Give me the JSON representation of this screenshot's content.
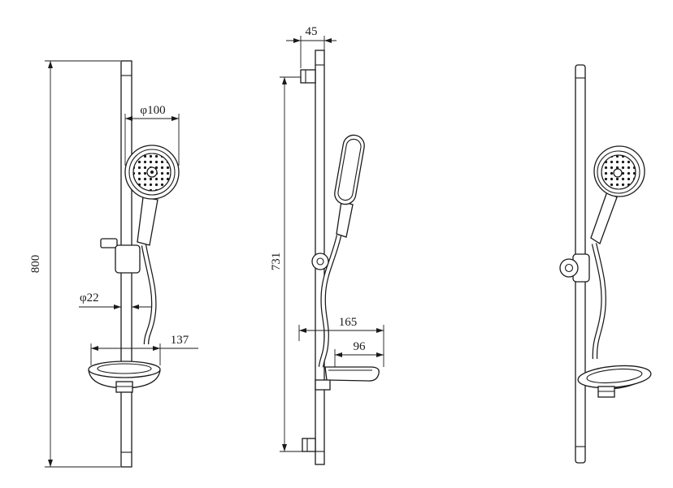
{
  "dimensions": {
    "front": {
      "overall_height": "800",
      "head_diameter": "φ100",
      "bar_diameter": "φ22",
      "dish_width": "137"
    },
    "side": {
      "top_offset": "45",
      "bar_length": "731",
      "dish_depth": "165",
      "dish_inner_depth": "96"
    }
  },
  "colors": {
    "line": "#1a1a1a",
    "background": "#ffffff"
  }
}
